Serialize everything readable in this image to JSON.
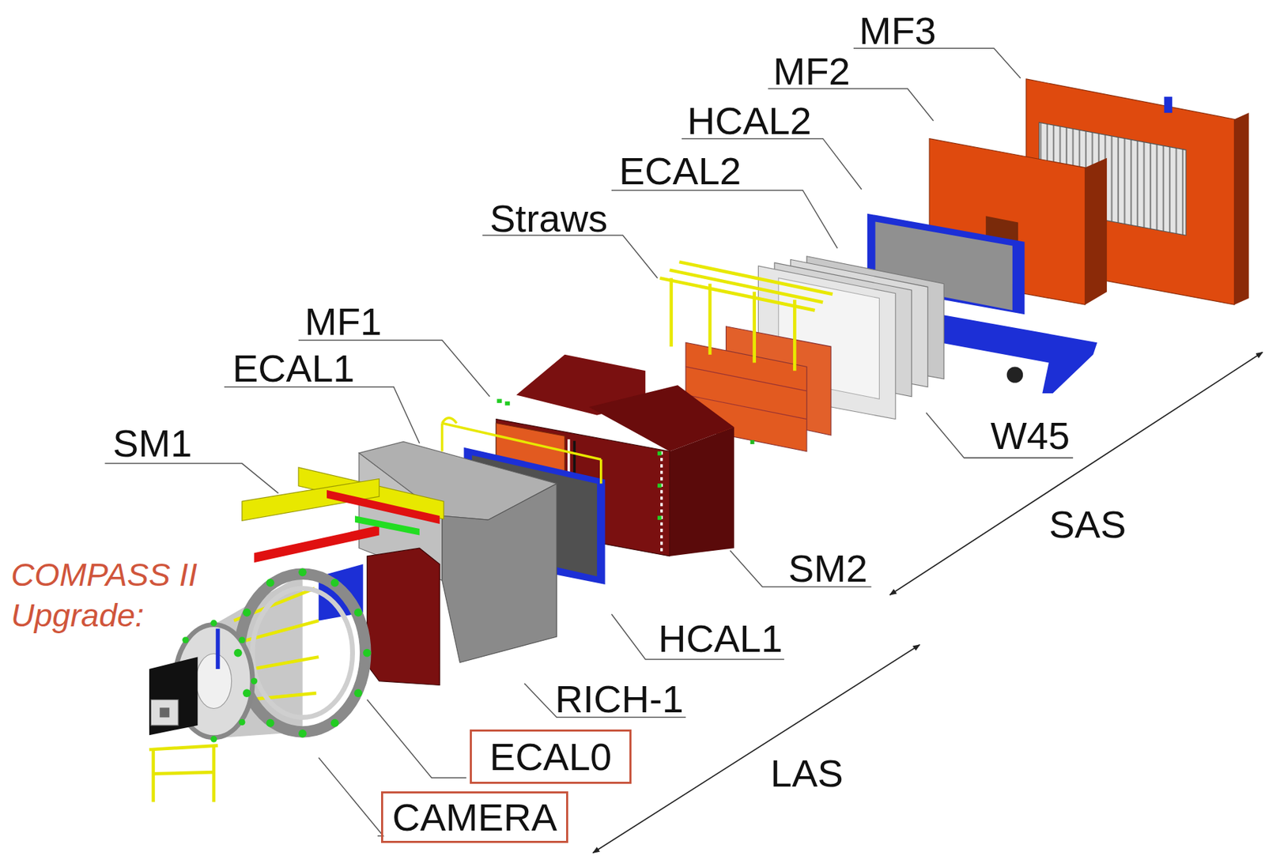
{
  "diagram": {
    "nodes": [
      {
        "text": [
          "ECAL0"
        ]
      },
      {
        "text": [
          "CAMERA"
        ]
      }
    ],
    "labels": [
      "MF3",
      "MF2",
      "HCAL2",
      "ECAL2",
      "Straws",
      "MF1",
      "ECAL1",
      "SM1",
      "W45",
      "COMPASS II Upgrade:",
      "SAS",
      "SM2",
      "HCAL1",
      "RICH-1",
      "LAS"
    ]
  }
}
